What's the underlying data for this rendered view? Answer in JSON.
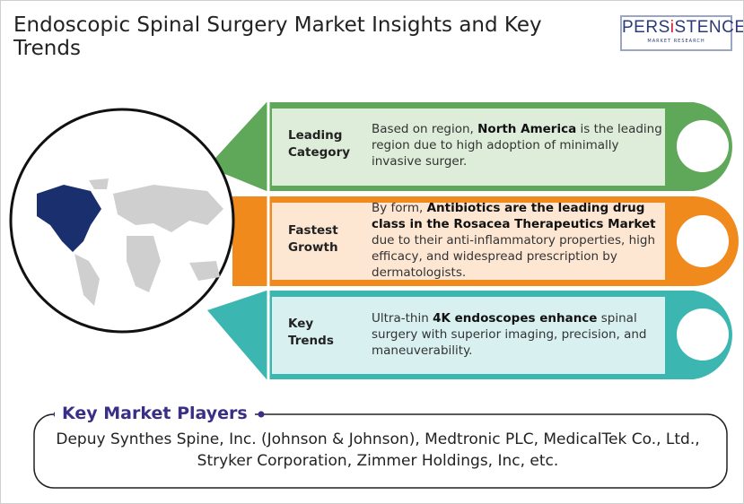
{
  "title": "Endoscopic Spinal Surgery Market Insights and Key Trends",
  "logo": {
    "main_pre": "PERS",
    "main_i": "i",
    "main_post": "STENCE",
    "sub": "MARKET RESEARCH"
  },
  "colors": {
    "green": "#5fa85a",
    "green_fill": "#deedd9",
    "orange": "#f08a1c",
    "orange_fill": "#fde6d2",
    "teal": "#3bb6b0",
    "teal_fill": "#d8f0f0",
    "globe_highlight": "#1a2f6e"
  },
  "insights": [
    {
      "label_1": "Leading",
      "label_2": "Category",
      "text_pre": "Based on region, ",
      "text_bold": "North America",
      "text_post": " is the leading region due to high adoption of minimally invasive surger."
    },
    {
      "label_1": "Fastest",
      "label_2": "Growth",
      "text_pre": "By form, ",
      "text_bold": "Antibiotics are the leading drug class in the Rosacea Therapeutics Market",
      "text_post": " due to their anti-inflammatory properties, high efficacy, and widespread prescription by dermatologists."
    },
    {
      "label_1": "Key",
      "label_2": "Trends",
      "text_pre": "Ultra-thin ",
      "text_bold": "4K endoscopes enhance",
      "text_post": " spinal surgery with superior imaging, precision, and maneuverability."
    }
  ],
  "key_players": {
    "title": "Key Market Players",
    "text": "Depuy Synthes Spine, Inc. (Johnson & Johnson), Medtronic PLC, MedicalTek Co., Ltd., Stryker Corporation, Zimmer Holdings, Inc, etc."
  }
}
